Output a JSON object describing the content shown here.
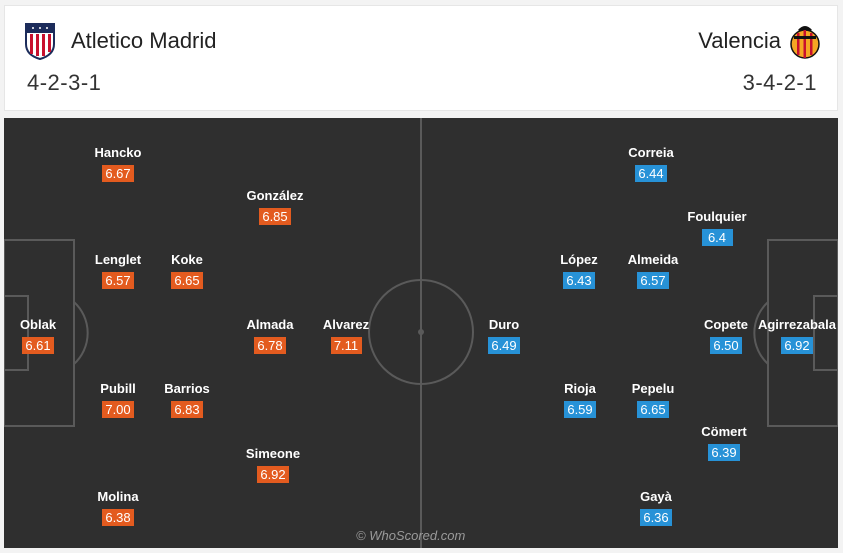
{
  "home": {
    "name": "Atletico Madrid",
    "formation": "4-2-3-1",
    "color": "#e35b1f",
    "crest_icon": "atletico-crest-icon",
    "players": [
      {
        "name": "Oblak",
        "rating": "6.61"
      },
      {
        "name": "Hancko",
        "rating": "6.67"
      },
      {
        "name": "Lenglet",
        "rating": "6.57"
      },
      {
        "name": "Pubill",
        "rating": "7.00"
      },
      {
        "name": "Molina",
        "rating": "6.38"
      },
      {
        "name": "Koke",
        "rating": "6.65"
      },
      {
        "name": "Barrios",
        "rating": "6.83"
      },
      {
        "name": "González",
        "rating": "6.85"
      },
      {
        "name": "Almada",
        "rating": "6.78"
      },
      {
        "name": "Simeone",
        "rating": "6.92"
      },
      {
        "name": "Alvarez",
        "rating": "7.11"
      }
    ]
  },
  "away": {
    "name": "Valencia",
    "formation": "3-4-2-1",
    "color": "#2792d7",
    "crest_icon": "valencia-crest-icon",
    "players": [
      {
        "name": "Agirrezabala",
        "rating": "6.92"
      },
      {
        "name": "Foulquier",
        "rating": "6.4"
      },
      {
        "name": "Copete",
        "rating": "6.50"
      },
      {
        "name": "Cömert",
        "rating": "6.39"
      },
      {
        "name": "Correia",
        "rating": "6.44"
      },
      {
        "name": "Almeida",
        "rating": "6.57"
      },
      {
        "name": "Pepelu",
        "rating": "6.65"
      },
      {
        "name": "Gayà",
        "rating": "6.36"
      },
      {
        "name": "López",
        "rating": "6.43"
      },
      {
        "name": "Rioja",
        "rating": "6.59"
      },
      {
        "name": "Duro",
        "rating": "6.49"
      }
    ]
  },
  "watermark": "© WhoScored.com"
}
